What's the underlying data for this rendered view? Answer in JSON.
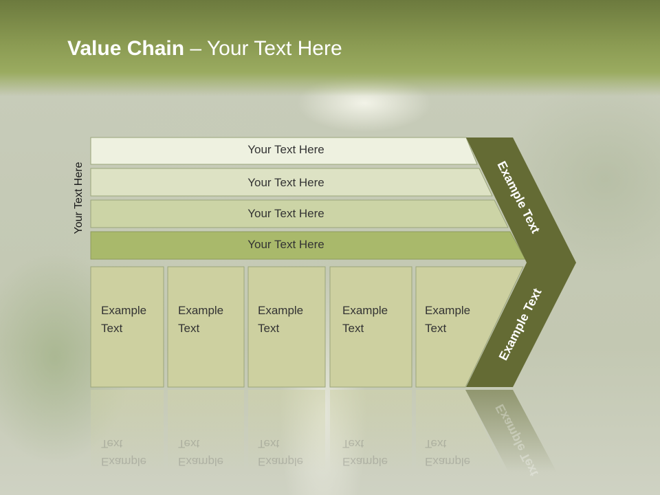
{
  "title": {
    "bold": "Value Chain",
    "rest": " – Your Text Here"
  },
  "side_label": "Your Text Here",
  "rows": [
    {
      "label": "Your Text Here"
    },
    {
      "label": "Your Text Here"
    },
    {
      "label": "Your Text Here"
    },
    {
      "label": "Your Text Here"
    }
  ],
  "cells": [
    {
      "line1": "Example",
      "line2": "Text"
    },
    {
      "line1": "Example",
      "line2": "Text"
    },
    {
      "line1": "Example",
      "line2": "Text"
    },
    {
      "line1": "Example",
      "line2": "Text"
    },
    {
      "line1": "Example",
      "line2": "Text"
    }
  ],
  "chevron": {
    "top_label": "Example Text",
    "bottom_label": "Example Text"
  },
  "colors": {
    "header": "#8a9a52",
    "row1": "#eef1e0",
    "row2": "#dde2c4",
    "row3": "#ccd4a6",
    "row4": "#a9b96b",
    "cell": "#cdd0a0",
    "chevron": "#646b34"
  }
}
